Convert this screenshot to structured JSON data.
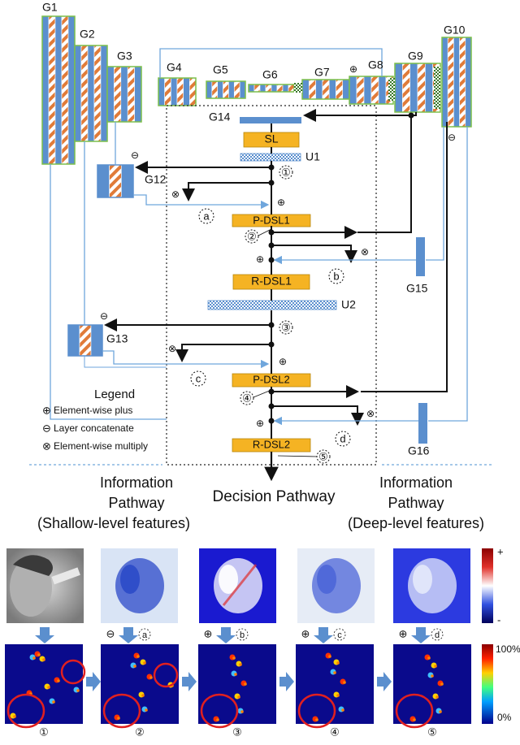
{
  "colors": {
    "blue": "#5b8fce",
    "orange": "#e07b39",
    "green": "#7cbf4b",
    "gold": "#f5b323",
    "line_blue": "#6fa6dc",
    "black": "#111111",
    "circle_red": "#e02020"
  },
  "blocks": [
    {
      "label": "G1"
    },
    {
      "label": "G2"
    },
    {
      "label": "G3"
    },
    {
      "label": "G4"
    },
    {
      "label": "G5"
    },
    {
      "label": "G6"
    },
    {
      "label": "G7"
    },
    {
      "label": "G8"
    },
    {
      "label": "G9"
    },
    {
      "label": "G10"
    }
  ],
  "side_blocks": {
    "g12": "G12",
    "g13": "G13",
    "g14": "G14",
    "g15": "G15",
    "g16": "G16"
  },
  "upsample": {
    "u1": "U1",
    "u2": "U2"
  },
  "modules": {
    "sl": "SL",
    "pdsl1": "P-DSL1",
    "rdsl1": "R-DSL1",
    "pdsl2": "P-DSL2",
    "rdsl2": "R-DSL2"
  },
  "step_markers": [
    "①",
    "②",
    "③",
    "④",
    "⑤"
  ],
  "letter_markers": [
    "a",
    "b",
    "c",
    "d"
  ],
  "operators": {
    "plus": "⊕",
    "concat": "⊖",
    "multiply": "⊗"
  },
  "legend": {
    "title": "Legend",
    "items": [
      {
        "symbol": "⊕",
        "text": "Element-wise plus"
      },
      {
        "symbol": "⊖",
        "text": "Layer concatenate"
      },
      {
        "symbol": "⊗",
        "text": "Element-wise multiply"
      }
    ]
  },
  "pathways": {
    "left_line1": "Information",
    "left_line2": "Pathway",
    "left_line3": "(Shallow-level features)",
    "center": "Decision Pathway",
    "right_line1": "Information",
    "right_line2": "Pathway",
    "right_line3": "(Deep-level features)"
  },
  "colorbars": {
    "top_max": "+",
    "top_min": "-",
    "bottom_max": "100%",
    "bottom_min": "0%"
  },
  "maps": {
    "top_ops": [
      "⊖",
      "⊕",
      "⊕",
      "⊕"
    ],
    "top_letters": [
      "a",
      "b",
      "c",
      "d"
    ],
    "bottom_numbers": [
      "①",
      "②",
      "③",
      "④",
      "⑤"
    ]
  }
}
